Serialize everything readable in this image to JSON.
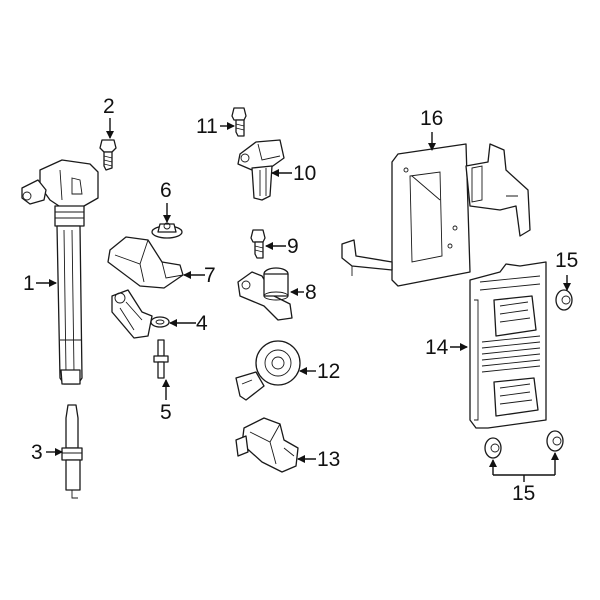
{
  "diagram": {
    "type": "exploded parts diagram",
    "subject": "engine ignition & electronic control components",
    "callouts": [
      {
        "id": "1",
        "label": "1",
        "part": "ignition-coil"
      },
      {
        "id": "2",
        "label": "2",
        "part": "coil-bolt"
      },
      {
        "id": "3",
        "label": "3",
        "part": "spark-plug"
      },
      {
        "id": "4",
        "label": "4",
        "part": "sensor-with-eyelet"
      },
      {
        "id": "5",
        "label": "5",
        "part": "stud"
      },
      {
        "id": "6",
        "label": "6",
        "part": "flange-nut"
      },
      {
        "id": "7",
        "label": "7",
        "part": "sensor-shield"
      },
      {
        "id": "8",
        "label": "8",
        "part": "camshaft-position-sensor"
      },
      {
        "id": "9",
        "label": "9",
        "part": "sensor-bolt"
      },
      {
        "id": "10",
        "label": "10",
        "part": "crankshaft-position-sensor"
      },
      {
        "id": "11",
        "label": "11",
        "part": "sensor-bolt"
      },
      {
        "id": "12",
        "label": "12",
        "part": "knock-sensor"
      },
      {
        "id": "13",
        "label": "13",
        "part": "map-sensor"
      },
      {
        "id": "14",
        "label": "14",
        "part": "engine-control-module"
      },
      {
        "id": "15",
        "label": "15",
        "part": "ecm-mounting-nut"
      },
      {
        "id": "16",
        "label": "16",
        "part": "ecm-bracket"
      }
    ],
    "labels": {
      "c1": "1",
      "c2": "2",
      "c3": "3",
      "c4": "4",
      "c5": "5",
      "c6": "6",
      "c7": "7",
      "c8": "8",
      "c9": "9",
      "c10": "10",
      "c11": "11",
      "c12": "12",
      "c13": "13",
      "c14": "14",
      "c15a": "15",
      "c15b": "15",
      "c16": "16"
    }
  }
}
